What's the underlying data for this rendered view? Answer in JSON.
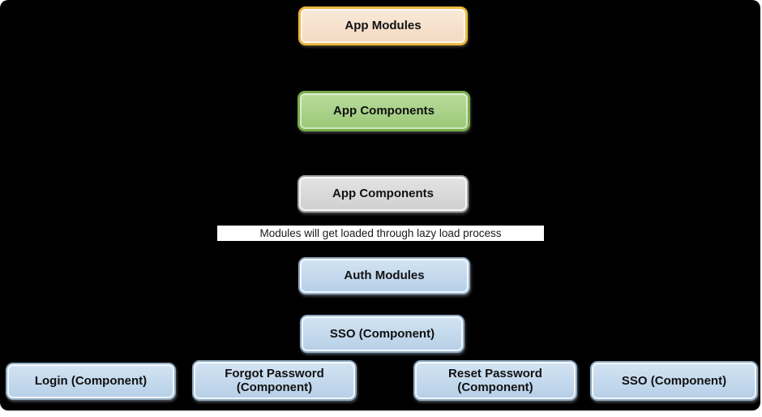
{
  "banner": {
    "text": "Modules will get loaded through lazy load process"
  },
  "nodes": {
    "app_modules": {
      "label": "App Modules"
    },
    "app_components_top": {
      "label": "App Components"
    },
    "app_components_mid": {
      "label": "App Components"
    },
    "auth_modules": {
      "label": "Auth Modules"
    },
    "sso_component": {
      "label": "SSO (Component)"
    },
    "login_component": {
      "label": "Login (Component)"
    },
    "forgot_password_component": {
      "label": "Forgot Password (Component)"
    },
    "reset_password_component": {
      "label": "Reset Password (Component)"
    },
    "sso_component_leaf": {
      "label": "SSO (Component)"
    }
  },
  "colors": {
    "background": "#000000",
    "peach_fill": "#f6e0cb",
    "gold_border": "#edb83f",
    "green_fill": "#a6d284",
    "green_border": "#76ac49",
    "gray_fill": "#d9d9d9",
    "gray_border": "#a3a3a3",
    "blue_fill": "#c2d9ec",
    "blue_border": "#90abc1",
    "banner_bg": "#ffffff",
    "text": "#111111"
  }
}
